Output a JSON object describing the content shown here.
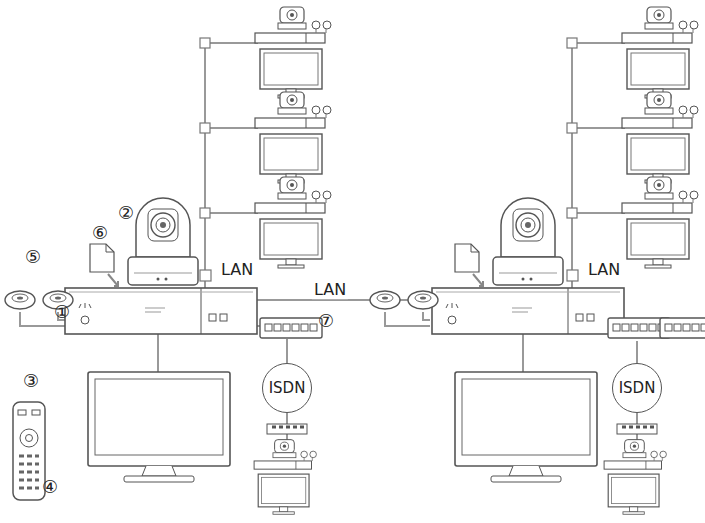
{
  "diagram": {
    "nodes": [
      {
        "text": [
          "ISDN"
        ]
      },
      {
        "text": [
          "ISDN"
        ]
      }
    ],
    "labels": [
      "⑤",
      "⑥",
      "②",
      "LAN",
      "LAN",
      "①",
      "⑦",
      "③",
      "④",
      "LAN"
    ]
  }
}
